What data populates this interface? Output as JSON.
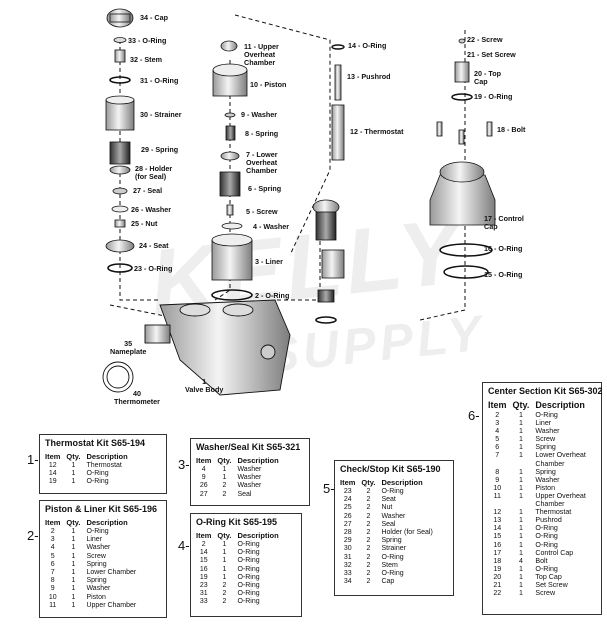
{
  "watermark": [
    "KELLY",
    "SUPPLY"
  ],
  "part_labels": [
    {
      "key": "p34",
      "text": "34 - Cap"
    },
    {
      "key": "p33",
      "text": "33 - O-Ring"
    },
    {
      "key": "p32",
      "text": "32 - Stem"
    },
    {
      "key": "p31",
      "text": "31 - O-Ring"
    },
    {
      "key": "p30",
      "text": "30 - Strainer"
    },
    {
      "key": "p29",
      "text": "29 - Spring"
    },
    {
      "key": "p28",
      "text": "28 - Holder\n(for Seal)"
    },
    {
      "key": "p27",
      "text": "27 - Seal"
    },
    {
      "key": "p26",
      "text": "26 - Washer"
    },
    {
      "key": "p25",
      "text": "25 - Nut"
    },
    {
      "key": "p24",
      "text": "24 - Seat"
    },
    {
      "key": "p23",
      "text": "23 - O-Ring"
    },
    {
      "key": "p11",
      "text": "11 - Upper\nOverheat\nChamber"
    },
    {
      "key": "p10",
      "text": "10 - Piston"
    },
    {
      "key": "p9",
      "text": "9 - Washer"
    },
    {
      "key": "p8",
      "text": "8 - Spring"
    },
    {
      "key": "p7",
      "text": "7 - Lower\nOverheat\nChamber"
    },
    {
      "key": "p6",
      "text": "6 - Spring"
    },
    {
      "key": "p5",
      "text": "5 - Screw"
    },
    {
      "key": "p4",
      "text": "4 - Washer"
    },
    {
      "key": "p3",
      "text": "3 - Liner"
    },
    {
      "key": "p2",
      "text": "2 - O-Ring"
    },
    {
      "key": "p14",
      "text": "14 - O-Ring"
    },
    {
      "key": "p13",
      "text": "13 - Pushrod"
    },
    {
      "key": "p12",
      "text": "12 - Thermostat"
    },
    {
      "key": "p22",
      "text": "22 - Screw"
    },
    {
      "key": "p21",
      "text": "21 - Set Screw"
    },
    {
      "key": "p20",
      "text": "20 - Top\nCap"
    },
    {
      "key": "p19",
      "text": "19 - O-Ring"
    },
    {
      "key": "p18",
      "text": "18 - Bolt"
    },
    {
      "key": "p17",
      "text": "17 - Control\nCap"
    },
    {
      "key": "p16",
      "text": "16 - O-Ring"
    },
    {
      "key": "p15",
      "text": "15 - O-Ring"
    },
    {
      "key": "p35",
      "text": "35\nNameplate"
    },
    {
      "key": "p1",
      "text": "1\nValve Body"
    },
    {
      "key": "p40",
      "text": "40\nThermometer"
    }
  ],
  "kits": [
    {
      "number": "1-",
      "title": "Thermostat Kit S65-194",
      "headers": [
        "Item",
        "Qty.",
        "Description"
      ],
      "rows": [
        [
          "12",
          "1",
          "Thermostat"
        ],
        [
          "14",
          "1",
          "O-Ring"
        ],
        [
          "19",
          "1",
          "O-Ring"
        ]
      ]
    },
    {
      "number": "2-",
      "title": "Piston & Liner Kit S65-196",
      "headers": [
        "Item",
        "Qty.",
        "Description"
      ],
      "rows": [
        [
          "2",
          "1",
          "O-Ring"
        ],
        [
          "3",
          "1",
          "Liner"
        ],
        [
          "4",
          "1",
          "Washer"
        ],
        [
          "5",
          "1",
          "Screw"
        ],
        [
          "6",
          "1",
          "Spring"
        ],
        [
          "7",
          "1",
          "Lower Chamber"
        ],
        [
          "8",
          "1",
          "Spring"
        ],
        [
          "9",
          "1",
          "Washer"
        ],
        [
          "10",
          "1",
          "Piston"
        ],
        [
          "11",
          "1",
          "Upper Chamber"
        ]
      ]
    },
    {
      "number": "3-",
      "title": "Washer/Seal Kit S65-321",
      "headers": [
        "Item",
        "Qty.",
        "Description"
      ],
      "rows": [
        [
          "4",
          "1",
          "Washer"
        ],
        [
          "9",
          "1",
          "Washer"
        ],
        [
          "26",
          "2",
          "Washer"
        ],
        [
          "27",
          "2",
          "Seal"
        ]
      ]
    },
    {
      "number": "4-",
      "title": "O-Ring Kit S65-195",
      "headers": [
        "Item",
        "Qty.",
        "Description"
      ],
      "rows": [
        [
          "2",
          "1",
          "O-Ring"
        ],
        [
          "14",
          "1",
          "O-Ring"
        ],
        [
          "15",
          "1",
          "O-Ring"
        ],
        [
          "16",
          "1",
          "O-Ring"
        ],
        [
          "19",
          "1",
          "O-Ring"
        ],
        [
          "23",
          "2",
          "O-Ring"
        ],
        [
          "31",
          "2",
          "O-Ring"
        ],
        [
          "33",
          "2",
          "O-Ring"
        ]
      ]
    },
    {
      "number": "5-",
      "title": "Check/Stop Kit S65-190",
      "headers": [
        "Item",
        "Qty.",
        "Description"
      ],
      "rows": [
        [
          "23",
          "2",
          "O-Ring"
        ],
        [
          "24",
          "2",
          "Seat"
        ],
        [
          "25",
          "2",
          "Nut"
        ],
        [
          "26",
          "2",
          "Washer"
        ],
        [
          "27",
          "2",
          "Seal"
        ],
        [
          "28",
          "2",
          "Holder (for Seal)"
        ],
        [
          "29",
          "2",
          "Spring"
        ],
        [
          "30",
          "2",
          "Strainer"
        ],
        [
          "31",
          "2",
          "O-Ring"
        ],
        [
          "32",
          "2",
          "Stem"
        ],
        [
          "33",
          "2",
          "O-Ring"
        ],
        [
          "34",
          "2",
          "Cap"
        ]
      ]
    },
    {
      "number": "6-",
      "title": "Center Section Kit S65-302",
      "headers": [
        "Item",
        "Qty.",
        "Description"
      ],
      "rows": [
        [
          "2",
          "1",
          "O-Ring"
        ],
        [
          "3",
          "1",
          "Liner"
        ],
        [
          "4",
          "1",
          "Washer"
        ],
        [
          "5",
          "1",
          "Screw"
        ],
        [
          "6",
          "1",
          "Spring"
        ],
        [
          "7",
          "1",
          "Lower Overheat\nChamber"
        ],
        [
          "8",
          "1",
          "Spring"
        ],
        [
          "9",
          "1",
          "Washer"
        ],
        [
          "10",
          "1",
          "Piston"
        ],
        [
          "11",
          "1",
          "Upper Overheat\nChamber"
        ],
        [
          "12",
          "1",
          "Thermostat"
        ],
        [
          "13",
          "1",
          "Pushrod"
        ],
        [
          "14",
          "1",
          "O-Ring"
        ],
        [
          "15",
          "1",
          "O-Ring"
        ],
        [
          "16",
          "1",
          "O-Ring"
        ],
        [
          "17",
          "1",
          "Control Cap"
        ],
        [
          "18",
          "4",
          "Bolt"
        ],
        [
          "19",
          "1",
          "O-Ring"
        ],
        [
          "20",
          "1",
          "Top Cap"
        ],
        [
          "21",
          "1",
          "Set Screw"
        ],
        [
          "22",
          "1",
          "Screw"
        ]
      ]
    }
  ]
}
